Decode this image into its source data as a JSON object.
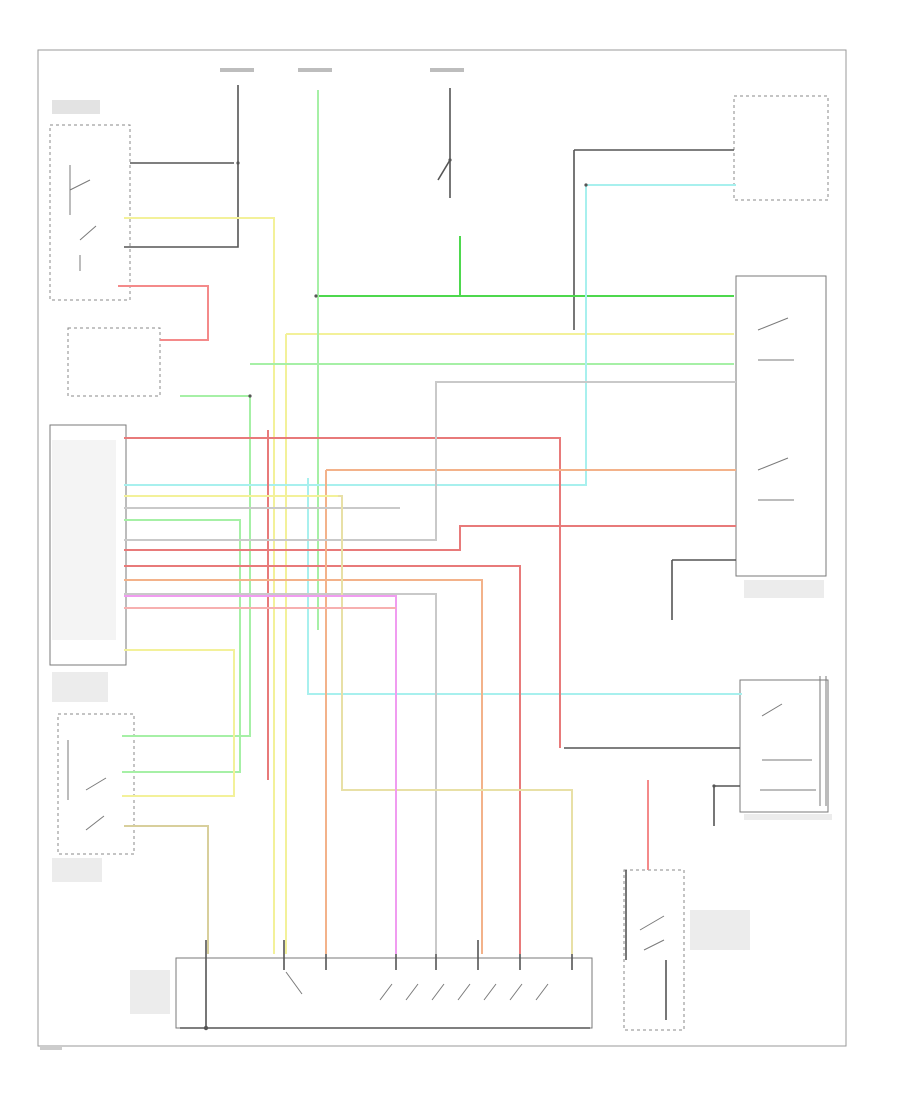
{
  "diagram": {
    "footer_code": "",
    "colors": {
      "black": "#555555",
      "dark_green": "#4ed84e",
      "light_green": "#a6f0a6",
      "light_blue": "#a8f0ee",
      "yellow": "#f3f19a",
      "pink": "#f48a8a",
      "red": "#e87a7a",
      "orange": "#f3b28a",
      "gray": "#c9c9c9",
      "tan": "#d8cf9c",
      "violet": "#f09cf0"
    },
    "components": [
      {
        "id": "brake-on-off-switch",
        "label": ""
      },
      {
        "id": "fuel-injector-relay",
        "label": ""
      },
      {
        "id": "hot-at-all-times-fuse-1",
        "label": ""
      },
      {
        "id": "hot-at-all-times-fuse-2",
        "label": ""
      },
      {
        "id": "hot-at-all-times-fuse-3",
        "label": ""
      },
      {
        "id": "cruise-engagement-switch",
        "label": ""
      },
      {
        "id": "instrument-cluster",
        "label": ""
      },
      {
        "id": "electronic-shift-control-module",
        "label": ""
      },
      {
        "id": "powertrain-control-module",
        "label": ""
      },
      {
        "id": "transmission-range-sensor",
        "label": ""
      },
      {
        "id": "overdrive-cancel-switch",
        "label": ""
      },
      {
        "id": "4wd-generic-electronic-module",
        "label": ""
      },
      {
        "id": "transfer-case-shift-motor",
        "label": ""
      },
      {
        "id": "transmission-solenoids",
        "label": ""
      },
      {
        "id": "transmission-range-switch",
        "label": ""
      }
    ],
    "wires": [
      {
        "id": "w01",
        "color": "pink",
        "label": ""
      },
      {
        "id": "w02",
        "color": "yellow",
        "label": ""
      },
      {
        "id": "w03",
        "color": "dark_green",
        "label": ""
      },
      {
        "id": "w04",
        "color": "light_green",
        "label": ""
      },
      {
        "id": "w05",
        "color": "light_blue",
        "label": ""
      },
      {
        "id": "w06",
        "color": "orange",
        "label": ""
      },
      {
        "id": "w07",
        "color": "red",
        "label": ""
      },
      {
        "id": "w08",
        "color": "gray",
        "label": ""
      },
      {
        "id": "w09",
        "color": "tan",
        "label": ""
      },
      {
        "id": "w10",
        "color": "violet",
        "label": ""
      },
      {
        "id": "w11",
        "color": "black",
        "label": ""
      }
    ]
  }
}
